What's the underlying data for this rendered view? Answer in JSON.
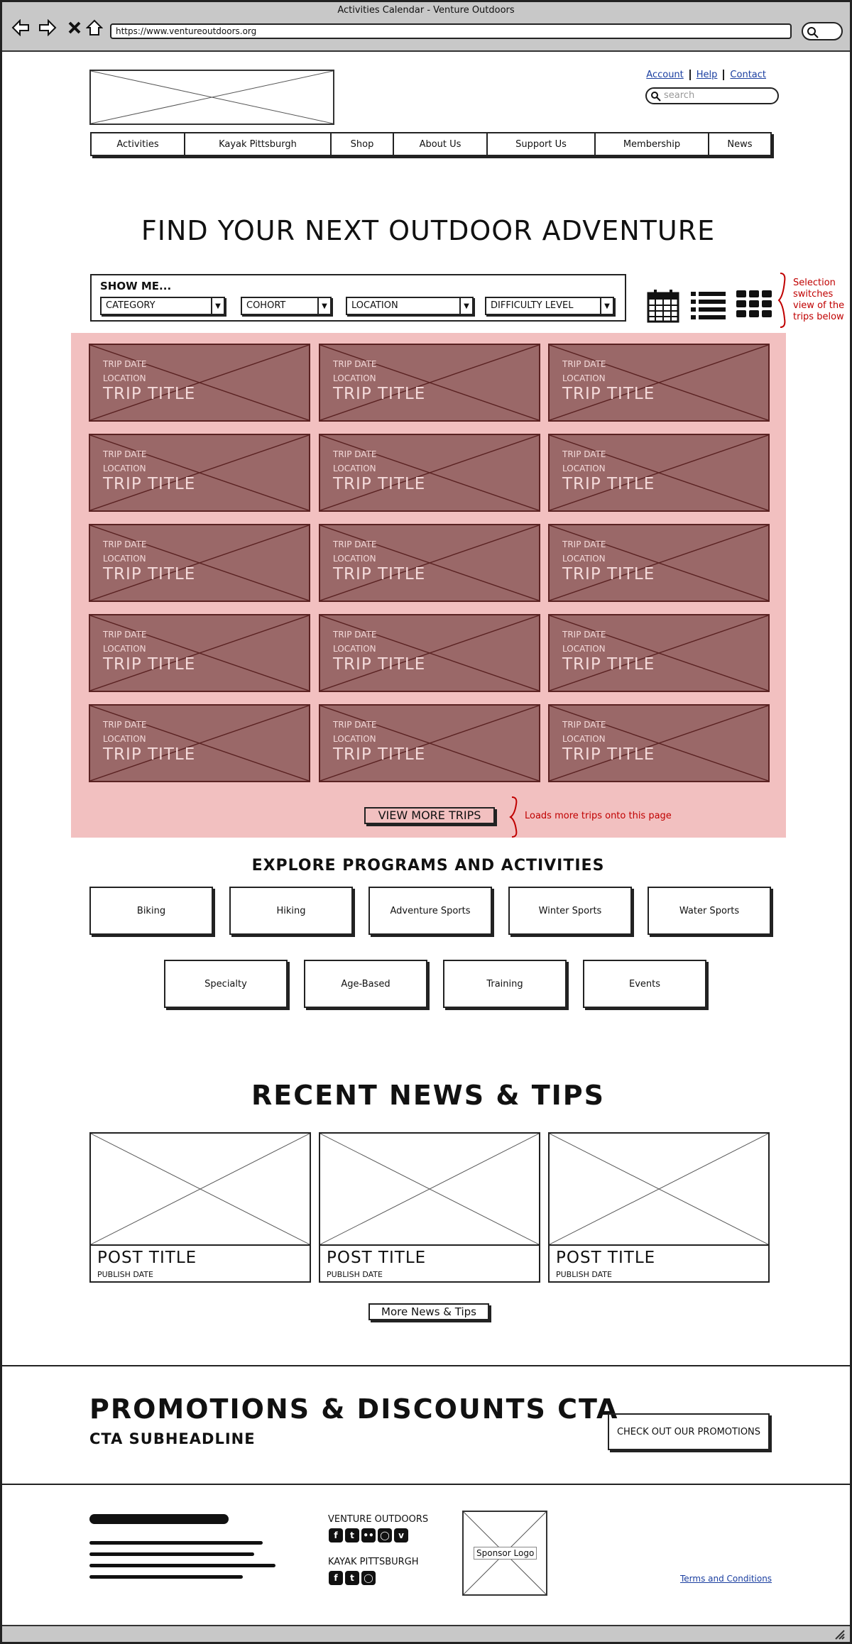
{
  "browser": {
    "window_title": "Activities Calendar - Venture Outdoors",
    "url": "https://www.ventureoutdoors.org"
  },
  "header": {
    "links": [
      "Account",
      "Help",
      "Contact"
    ],
    "search_placeholder": "search"
  },
  "nav": [
    "Activities",
    "Kayak Pittsburgh",
    "Shop",
    "About Us",
    "Support Us",
    "Membership",
    "News"
  ],
  "hero": {
    "title": "FIND YOUR NEXT OUTDOOR ADVENTURE"
  },
  "filter": {
    "label": "SHOW ME...",
    "dropdowns": [
      "CATEGORY",
      "COHORT",
      "LOCATION",
      "DIFFICULTY LEVEL"
    ],
    "view_icons": [
      "calendar-icon",
      "list-view-icon",
      "grid-view-icon"
    ],
    "note": "Selection switches view of the trips below"
  },
  "trips": {
    "date_label": "TRIP DATE",
    "location_label": "LOCATION",
    "title_label": "TRIP TITLE",
    "view_more": "VIEW MORE TRIPS",
    "view_more_note": "Loads more trips onto this page"
  },
  "programs": {
    "title": "EXPLORE PROGRAMS AND ACTIVITIES",
    "row1": [
      "Biking",
      "Hiking",
      "Adventure Sports",
      "Winter Sports",
      "Water Sports"
    ],
    "row2": [
      "Specialty",
      "Age-Based",
      "Training",
      "Events"
    ]
  },
  "news": {
    "title": "RECENT NEWS & TIPS",
    "post_title": "POST TITLE",
    "publish_date": "PUBLISH DATE",
    "more_button": "More News & Tips"
  },
  "promo": {
    "title": "PROMOTIONS & DISCOUNTS CTA",
    "subheadline": "CTA SUBHEADLINE",
    "button": "CHECK OUT OUR PROMOTIONS"
  },
  "footer": {
    "venture_label": "VENTURE OUTDOORS",
    "kayak_label": "KAYAK PITTSBURGH",
    "sponsor": "Sponsor Logo",
    "terms": "Terms and Conditions"
  },
  "colors": {
    "trip_card": "#9a6868",
    "trips_bg": "#f2c0c0",
    "annotation": "#c00000",
    "link": "#1a3ea0"
  }
}
